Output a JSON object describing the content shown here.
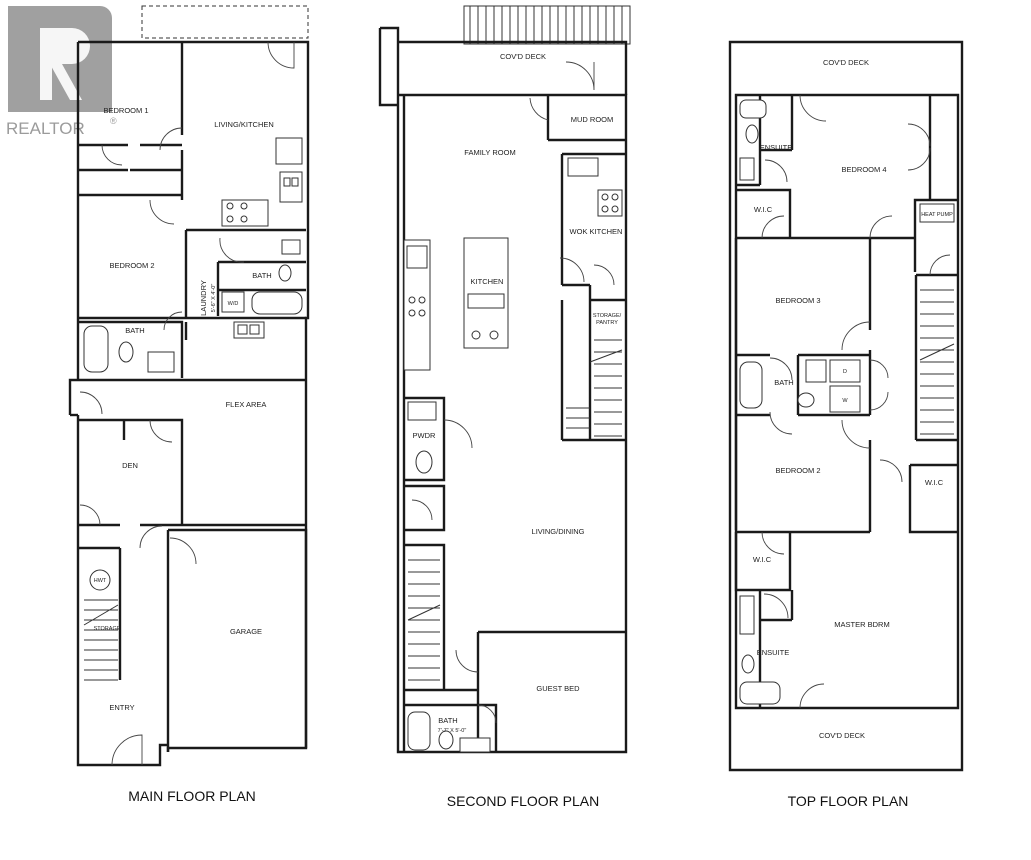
{
  "watermark": {
    "brand": "REALTOR",
    "mark": "®"
  },
  "main_floor": {
    "title": "MAIN FLOOR PLAN",
    "rooms": {
      "bedroom1": "BEDROOM 1",
      "living_kitchen": "LIVING/KITCHEN",
      "bedroom2": "BEDROOM 2",
      "bath_upper": "BATH",
      "laundry": "LAUNDRY",
      "laundry_size": "5'-6\" X 4'-0\"",
      "wd": "W/D",
      "bath_lower": "BATH",
      "flex": "FLEX AREA",
      "den": "DEN",
      "hwt": "HWT",
      "storage": "STORAGE",
      "garage": "GARAGE",
      "entry": "ENTRY"
    }
  },
  "second_floor": {
    "title": "SECOND FLOOR PLAN",
    "rooms": {
      "deck": "COV'D DECK",
      "mud": "MUD ROOM",
      "family": "FAMILY ROOM",
      "wok": "WOK KITCHEN",
      "kitchen": "KITCHEN",
      "storage": "STORAGE/",
      "pantry": "PANTRY",
      "pwdr": "PWDR",
      "living": "LIVING/DINING",
      "guest": "GUEST BED",
      "bath": "BATH",
      "bath_size": "7'-7\" X 5'-0\""
    }
  },
  "top_floor": {
    "title": "TOP FLOOR PLAN",
    "rooms": {
      "deck_top": "COV'D DECK",
      "ensuite_top": "ENSUITE",
      "bed4": "BEDROOM 4",
      "wic1": "W.I.C",
      "heat_pump": "HEAT PUMP",
      "bed3": "BEDROOM 3",
      "bath": "BATH",
      "d": "D",
      "w": "W",
      "bed2": "BEDROOM 2",
      "wic2": "W.I.C",
      "wic3": "W.I.C",
      "master": "MASTER BDRM",
      "ensuite_bottom": "ENSUITE",
      "deck_bottom": "COV'D DECK"
    }
  }
}
